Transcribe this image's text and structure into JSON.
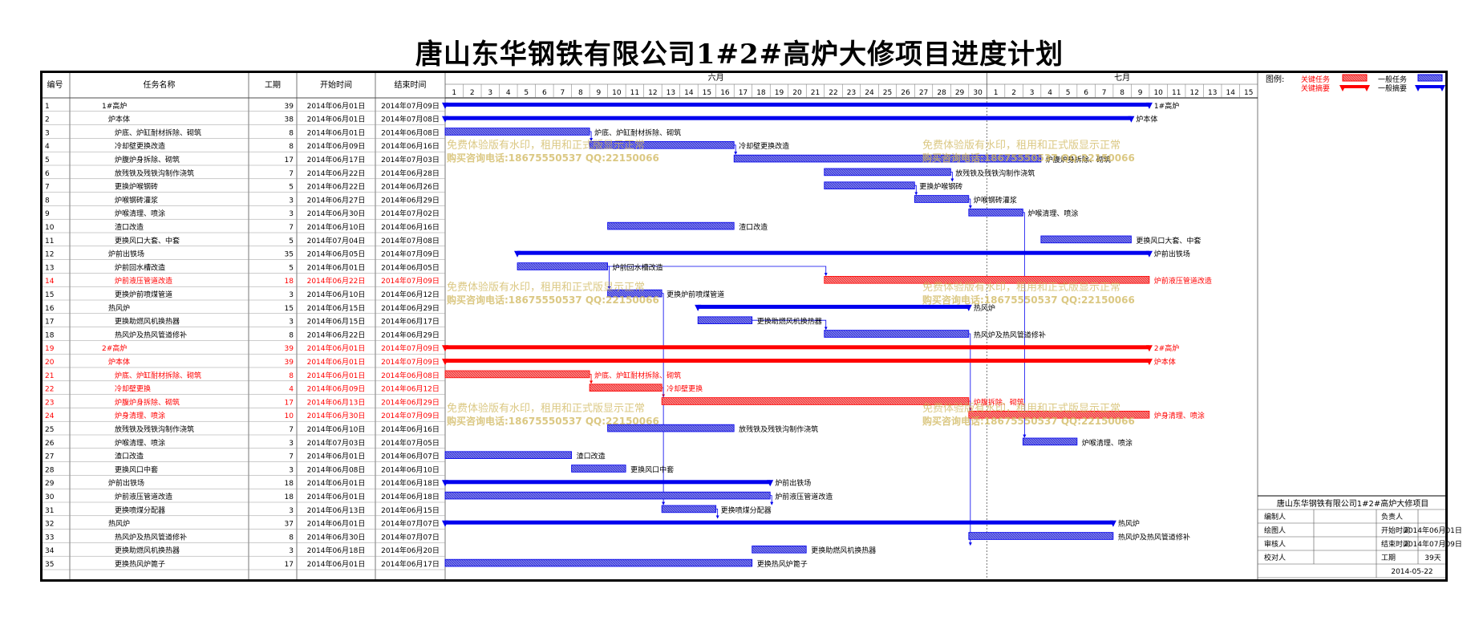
{
  "title": "唐山东华钢铁有限公司1#2#高炉大修项目进度计划",
  "headers": {
    "id": "编号",
    "name": "任务名称",
    "dur": "工期",
    "start": "开始时间",
    "end": "结束时间"
  },
  "months": [
    "六月",
    "七月"
  ],
  "day_labels": [
    "1",
    "2",
    "3",
    "4",
    "5",
    "6",
    "7",
    "8",
    "9",
    "10",
    "11",
    "12",
    "13",
    "14",
    "15",
    "16",
    "17",
    "18",
    "19",
    "20",
    "21",
    "22",
    "23",
    "24",
    "25",
    "26",
    "27",
    "28",
    "29",
    "30",
    "1",
    "2",
    "3",
    "4",
    "5",
    "6",
    "7",
    "8",
    "9",
    "10",
    "11",
    "12",
    "13",
    "14",
    "15"
  ],
  "legend": {
    "title": "图例:",
    "critical_task": "关键任务",
    "critical_summary": "关键摘要",
    "normal_task": "一般任务",
    "normal_summary": "一般摘要"
  },
  "watermark": {
    "line1": "免费体验版有水印，租用和正式版显示正常",
    "line2": "购买咨询电话:18675550537 QQ:22150066"
  },
  "info": {
    "company": "唐山东华钢铁有限公司1#2#高炉大修项目",
    "rows": [
      {
        "k1": "编制人",
        "v1": "",
        "k2": "负责人",
        "v2": ""
      },
      {
        "k1": "绘图人",
        "v1": "",
        "k2": "开始时间",
        "v2": "2014年06月01日"
      },
      {
        "k1": "审核人",
        "v1": "",
        "k2": "结束时间",
        "v2": "2014年07月09日"
      },
      {
        "k1": "校对人",
        "v1": "",
        "k2": "工期",
        "v2": "39天"
      }
    ],
    "date": "2014-05-22"
  },
  "colors": {
    "normal": "#0000ee",
    "normal_fill": "#6f6fe8",
    "critical": "#ff0000",
    "critical_fill": "#ff7070",
    "text_critical": "#ff0000"
  },
  "chart_data": {
    "type": "gantt",
    "title": "唐山东华钢铁有限公司1#2#高炉大修项目进度计划",
    "x_unit": "day",
    "x_range": [
      "2014-06-01",
      "2014-07-15"
    ],
    "tasks": [
      {
        "id": "1",
        "name": "1#高炉",
        "indent": 0,
        "dur": 39,
        "start": "2014年06月01日",
        "end": "2014年07月09日",
        "s": 1,
        "e": 39,
        "kind": "summary",
        "critical": false,
        "label": "1#高炉"
      },
      {
        "id": "2",
        "name": "炉本体",
        "indent": 1,
        "dur": 38,
        "start": "2014年06月01日",
        "end": "2014年07月08日",
        "s": 1,
        "e": 38,
        "kind": "summary",
        "critical": false,
        "label": "炉本体"
      },
      {
        "id": "3",
        "name": "炉底、炉缸耐材拆除、砌筑",
        "indent": 2,
        "dur": 8,
        "start": "2014年06月01日",
        "end": "2014年06月08日",
        "s": 1,
        "e": 8,
        "kind": "task",
        "critical": false,
        "label": "炉底、炉缸耐材拆除、砌筑"
      },
      {
        "id": "4",
        "name": "冷却壁更换改造",
        "indent": 2,
        "dur": 8,
        "start": "2014年06月09日",
        "end": "2014年06月16日",
        "s": 9,
        "e": 16,
        "kind": "task",
        "critical": false,
        "label": "冷却壁更换改造"
      },
      {
        "id": "5",
        "name": "炉腹炉身拆除、砌筑",
        "indent": 2,
        "dur": 17,
        "start": "2014年06月17日",
        "end": "2014年07月03日",
        "s": 17,
        "e": 33,
        "kind": "task",
        "critical": false,
        "label": "炉腹炉身拆除、砌筑"
      },
      {
        "id": "6",
        "name": "放残铁及残铁沟制作浇筑",
        "indent": 2,
        "dur": 7,
        "start": "2014年06月22日",
        "end": "2014年06月28日",
        "s": 22,
        "e": 28,
        "kind": "task",
        "critical": false,
        "label": "放残铁及残铁沟制作浇筑"
      },
      {
        "id": "7",
        "name": "更换炉喉钢砖",
        "indent": 2,
        "dur": 5,
        "start": "2014年06月22日",
        "end": "2014年06月26日",
        "s": 22,
        "e": 26,
        "kind": "task",
        "critical": false,
        "label": "更换炉喉钢砖"
      },
      {
        "id": "8",
        "name": "炉喉钢砖灌浆",
        "indent": 2,
        "dur": 3,
        "start": "2014年06月27日",
        "end": "2014年06月29日",
        "s": 27,
        "e": 29,
        "kind": "task",
        "critical": false,
        "label": "炉喉钢砖灌浆"
      },
      {
        "id": "9",
        "name": "炉喉清理、喷涂",
        "indent": 2,
        "dur": 3,
        "start": "2014年06月30日",
        "end": "2014年07月02日",
        "s": 30,
        "e": 32,
        "kind": "task",
        "critical": false,
        "label": "炉喉清理、喷涂"
      },
      {
        "id": "10",
        "name": "渣口改造",
        "indent": 2,
        "dur": 7,
        "start": "2014年06月10日",
        "end": "2014年06月16日",
        "s": 10,
        "e": 16,
        "kind": "task",
        "critical": false,
        "label": "渣口改造"
      },
      {
        "id": "11",
        "name": "更换风口大套、中套",
        "indent": 2,
        "dur": 5,
        "start": "2014年07月04日",
        "end": "2014年07月08日",
        "s": 34,
        "e": 38,
        "kind": "task",
        "critical": false,
        "label": "更换风口大套、中套"
      },
      {
        "id": "12",
        "name": "炉前出铁场",
        "indent": 1,
        "dur": 35,
        "start": "2014年06月05日",
        "end": "2014年07月09日",
        "s": 5,
        "e": 39,
        "kind": "summary",
        "critical": false,
        "label": "炉前出铁场"
      },
      {
        "id": "13",
        "name": "炉前回水槽改造",
        "indent": 2,
        "dur": 5,
        "start": "2014年06月01日",
        "end": "2014年06月05日",
        "s": 5,
        "e": 9,
        "kind": "task",
        "critical": false,
        "label": "炉前回水槽改造"
      },
      {
        "id": "14",
        "name": "炉前液压管道改造",
        "indent": 2,
        "dur": 18,
        "start": "2014年06月22日",
        "end": "2014年07月09日",
        "s": 22,
        "e": 39,
        "kind": "task",
        "critical": true,
        "label": "炉前液压管道改造"
      },
      {
        "id": "15",
        "name": "更换炉前喷煤管道",
        "indent": 2,
        "dur": 3,
        "start": "2014年06月10日",
        "end": "2014年06月12日",
        "s": 10,
        "e": 12,
        "kind": "task",
        "critical": false,
        "label": "更换炉前喷煤管道"
      },
      {
        "id": "16",
        "name": "热风炉",
        "indent": 1,
        "dur": 15,
        "start": "2014年06月15日",
        "end": "2014年06月29日",
        "s": 15,
        "e": 29,
        "kind": "summary",
        "critical": false,
        "label": "热风炉"
      },
      {
        "id": "17",
        "name": "更换助燃风机换热器",
        "indent": 2,
        "dur": 3,
        "start": "2014年06月15日",
        "end": "2014年06月17日",
        "s": 15,
        "e": 17,
        "kind": "task",
        "critical": false,
        "label": "更换助燃风机换热器"
      },
      {
        "id": "18",
        "name": "热风炉及热风管道修补",
        "indent": 2,
        "dur": 8,
        "start": "2014年06月22日",
        "end": "2014年06月29日",
        "s": 22,
        "e": 29,
        "kind": "task",
        "critical": false,
        "label": "热风炉及热风管道修补"
      },
      {
        "id": "19",
        "name": "2#高炉",
        "indent": 0,
        "dur": 39,
        "start": "2014年06月01日",
        "end": "2014年07月09日",
        "s": 1,
        "e": 39,
        "kind": "summary",
        "critical": true,
        "label": "2#高炉"
      },
      {
        "id": "20",
        "name": "炉本体",
        "indent": 1,
        "dur": 39,
        "start": "2014年06月01日",
        "end": "2014年07月09日",
        "s": 1,
        "e": 39,
        "kind": "summary",
        "critical": true,
        "label": "炉本体"
      },
      {
        "id": "21",
        "name": "炉底、炉缸耐材拆除、砌筑",
        "indent": 2,
        "dur": 8,
        "start": "2014年06月01日",
        "end": "2014年06月08日",
        "s": 1,
        "e": 8,
        "kind": "task",
        "critical": true,
        "label": "炉底、炉缸耐材拆除、砌筑"
      },
      {
        "id": "22",
        "name": "冷却壁更换",
        "indent": 2,
        "dur": 4,
        "start": "2014年06月09日",
        "end": "2014年06月12日",
        "s": 9,
        "e": 12,
        "kind": "task",
        "critical": true,
        "label": "冷却壁更换"
      },
      {
        "id": "23",
        "name": "炉腹炉身拆除、砌筑",
        "indent": 2,
        "dur": 17,
        "start": "2014年06月13日",
        "end": "2014年06月29日",
        "s": 13,
        "e": 29,
        "kind": "task",
        "critical": true,
        "label": "炉腹拆除、砌筑"
      },
      {
        "id": "24",
        "name": "炉身清理、喷涂",
        "indent": 2,
        "dur": 10,
        "start": "2014年06月30日",
        "end": "2014年07月09日",
        "s": 30,
        "e": 39,
        "kind": "task",
        "critical": true,
        "label": "炉身清理、喷涂"
      },
      {
        "id": "25",
        "name": "放残铁及残铁沟制作浇筑",
        "indent": 2,
        "dur": 7,
        "start": "2014年06月10日",
        "end": "2014年06月16日",
        "s": 10,
        "e": 16,
        "kind": "task",
        "critical": false,
        "label": "放残铁及残铁沟制作浇筑"
      },
      {
        "id": "26",
        "name": "炉喉清理、喷涂",
        "indent": 2,
        "dur": 3,
        "start": "2014年07月03日",
        "end": "2014年07月05日",
        "s": 33,
        "e": 35,
        "kind": "task",
        "critical": false,
        "label": "炉喉清理、喷涂"
      },
      {
        "id": "27",
        "name": "渣口改造",
        "indent": 2,
        "dur": 7,
        "start": "2014年06月01日",
        "end": "2014年06月07日",
        "s": 1,
        "e": 7,
        "kind": "task",
        "critical": false,
        "label": "渣口改造"
      },
      {
        "id": "28",
        "name": "更换风口中套",
        "indent": 2,
        "dur": 3,
        "start": "2014年06月08日",
        "end": "2014年06月10日",
        "s": 8,
        "e": 10,
        "kind": "task",
        "critical": false,
        "label": "更换风口中套"
      },
      {
        "id": "29",
        "name": "炉前出铁场",
        "indent": 1,
        "dur": 18,
        "start": "2014年06月01日",
        "end": "2014年06月18日",
        "s": 1,
        "e": 18,
        "kind": "summary",
        "critical": false,
        "label": "炉前出铁场"
      },
      {
        "id": "30",
        "name": "炉前液压管道改造",
        "indent": 2,
        "dur": 18,
        "start": "2014年06月01日",
        "end": "2014年06月18日",
        "s": 1,
        "e": 18,
        "kind": "task",
        "critical": false,
        "label": "炉前液压管道改造"
      },
      {
        "id": "31",
        "name": "更换喷煤分配器",
        "indent": 2,
        "dur": 3,
        "start": "2014年06月13日",
        "end": "2014年06月15日",
        "s": 13,
        "e": 15,
        "kind": "task",
        "critical": false,
        "label": "更换喷煤分配器"
      },
      {
        "id": "32",
        "name": "热风炉",
        "indent": 1,
        "dur": 37,
        "start": "2014年06月01日",
        "end": "2014年07月07日",
        "s": 1,
        "e": 37,
        "kind": "summary",
        "critical": false,
        "label": "热风炉"
      },
      {
        "id": "33",
        "name": "热风炉及热风管道修补",
        "indent": 2,
        "dur": 8,
        "start": "2014年06月30日",
        "end": "2014年07月07日",
        "s": 30,
        "e": 37,
        "kind": "task",
        "critical": false,
        "label": "热风炉及热风管道修补"
      },
      {
        "id": "34",
        "name": "更换助燃风机换热器",
        "indent": 2,
        "dur": 3,
        "start": "2014年06月18日",
        "end": "2014年06月20日",
        "s": 18,
        "e": 20,
        "kind": "task",
        "critical": false,
        "label": "更换助燃风机换热器"
      },
      {
        "id": "35",
        "name": "更换热风炉篦子",
        "indent": 2,
        "dur": 17,
        "start": "2014年06月01日",
        "end": "2014年06月17日",
        "s": 1,
        "e": 17,
        "kind": "task",
        "critical": false,
        "label": "更换热风炉篦子"
      }
    ]
  }
}
